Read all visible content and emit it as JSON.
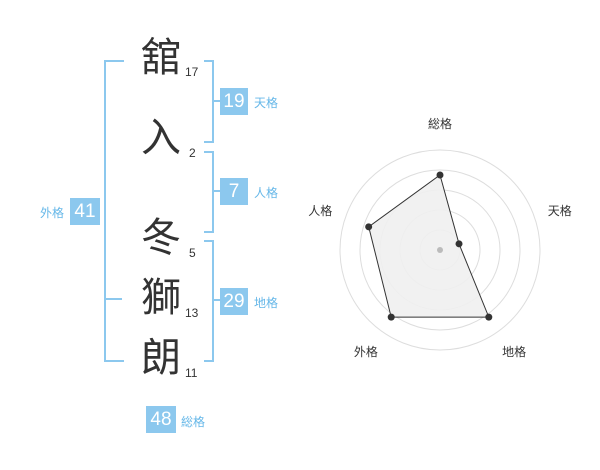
{
  "name": {
    "chars": [
      {
        "char": "舘",
        "strokes": "17"
      },
      {
        "char": "入",
        "strokes": "2"
      },
      {
        "char": "冬",
        "strokes": "5"
      },
      {
        "char": "獅",
        "strokes": "13"
      },
      {
        "char": "朗",
        "strokes": "11"
      }
    ]
  },
  "kaku": {
    "tenkaku": {
      "label": "天格",
      "value": "19"
    },
    "jinkaku": {
      "label": "人格",
      "value": "7"
    },
    "chikaku": {
      "label": "地格",
      "value": "29"
    },
    "gaikaku": {
      "label": "外格",
      "value": "41"
    },
    "soukaku": {
      "label": "総格",
      "value": "48"
    }
  },
  "radar": {
    "axes": [
      "総格",
      "天格",
      "地格",
      "外格",
      "人格"
    ],
    "values": [
      0.75,
      0.2,
      0.83,
      0.83,
      0.75
    ],
    "colors": {
      "fill": "#f0f0f0",
      "line": "#333333",
      "ring": "#dddddd",
      "center": "#bbbbbb"
    }
  },
  "colors": {
    "accent": "#8cc8ee",
    "accent_text": "#65b7e8"
  }
}
